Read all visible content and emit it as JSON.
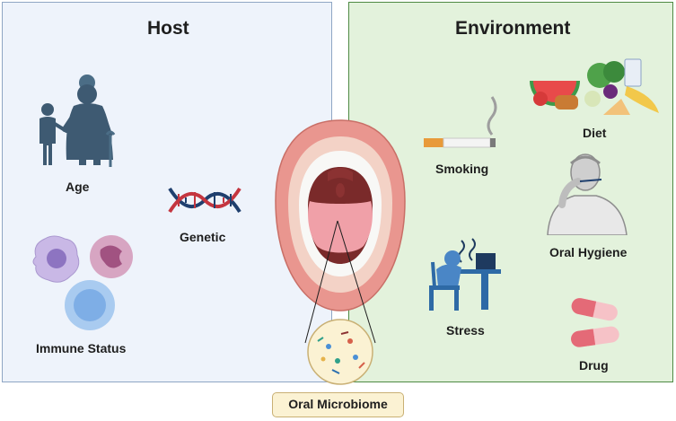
{
  "host": {
    "title": "Host",
    "age": "Age",
    "genetic": "Genetic",
    "immune": "Immune Status"
  },
  "environment": {
    "title": "Environment",
    "diet": "Diet",
    "smoking": "Smoking",
    "hygiene": "Oral Hygiene",
    "stress": "Stress",
    "drug": "Drug"
  },
  "center": {
    "label": "Oral Microbiome"
  },
  "colors": {
    "host_bg": "#eef3fb",
    "host_border": "#8fa6c4",
    "env_bg": "#e3f2dc",
    "env_border": "#4e8a43",
    "badge_bg": "#fbf2d3",
    "badge_border": "#c9b074"
  },
  "icons": [
    "elderly-and-child-icon",
    "dna-icon",
    "immune-cells-icon",
    "open-mouth-icon",
    "microbiome-magnifier-icon",
    "food-icon",
    "cigarette-icon",
    "toothbrushing-person-icon",
    "stressed-person-icon",
    "pills-icon"
  ]
}
